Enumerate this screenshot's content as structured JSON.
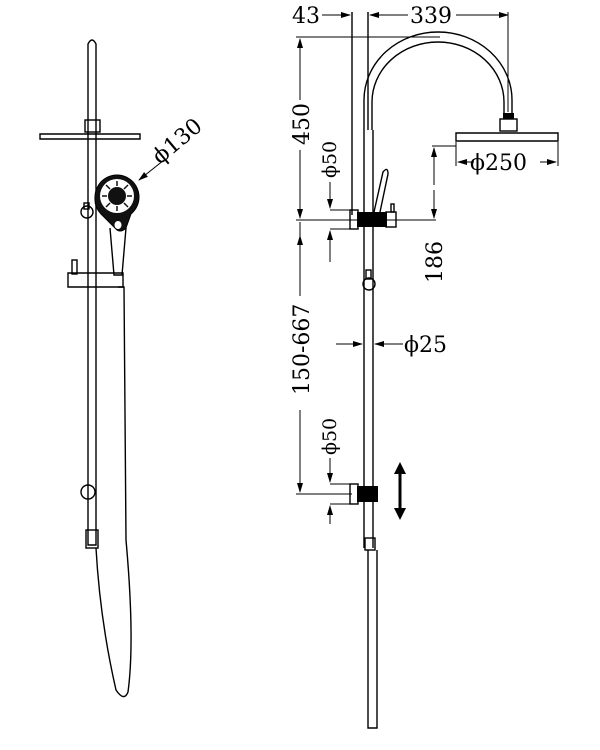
{
  "dimensions": {
    "handshower_diameter": "ϕ130",
    "wall_offset": "43",
    "arm_reach": "339",
    "arm_height": "450",
    "bracket_diameter_upper": "ϕ50",
    "overhead_diameter": "ϕ250",
    "head_to_bracket": "186",
    "rail_adjustable_height": "150-667",
    "rail_diameter": "ϕ25",
    "bracket_diameter_lower": "ϕ50"
  },
  "colors": {
    "line": "#000000",
    "background": "#ffffff"
  }
}
